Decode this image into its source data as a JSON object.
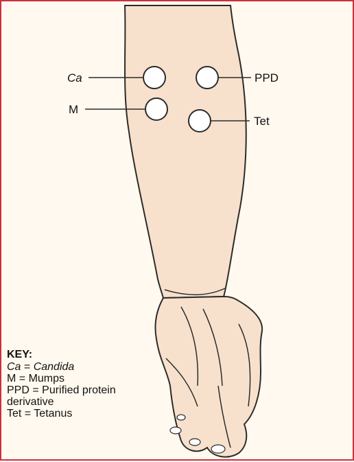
{
  "labels": {
    "ca": "Ca",
    "m": "M",
    "ppd": "PPD",
    "tet": "Tet"
  },
  "key": {
    "title": "KEY:",
    "entries": [
      {
        "abbr": "Ca",
        "sep": " = ",
        "full": "Candida"
      },
      {
        "abbr": "M",
        "sep": " = ",
        "full": "Mumps"
      },
      {
        "abbr": "PPD",
        "sep": " = ",
        "full": "Purified protein derivative"
      },
      {
        "abbr": "Tet",
        "sep": " = ",
        "full": "Tetanus"
      }
    ]
  },
  "colors": {
    "border": "#c8323c",
    "background": "#fff9ef",
    "skin": "#f7e1cc",
    "outline": "#2b2b2b"
  }
}
